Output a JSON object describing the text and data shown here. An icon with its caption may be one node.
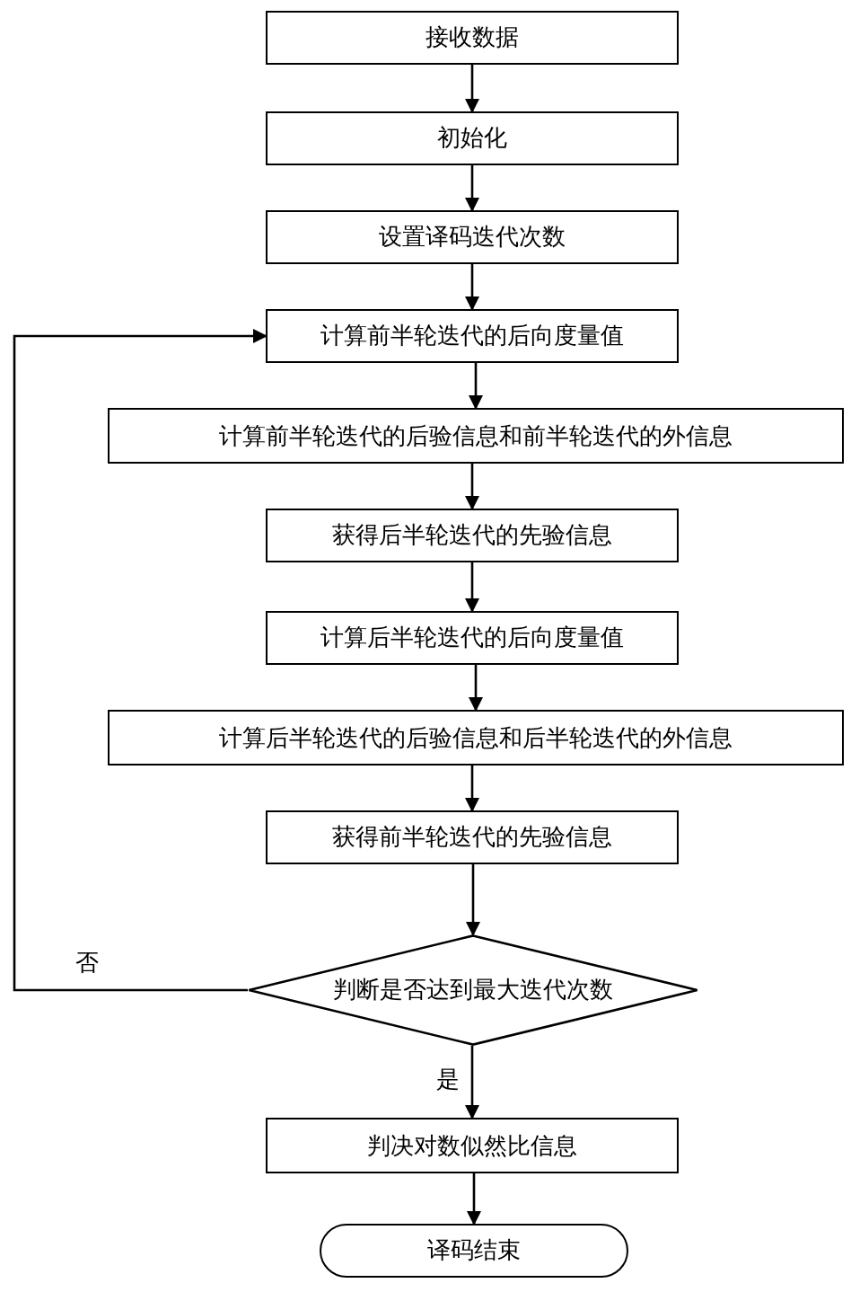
{
  "diagram": {
    "nodes": [
      {
        "text": [
          "接收数据"
        ]
      },
      {
        "text": [
          "初始化"
        ]
      },
      {
        "text": [
          "设置译码迭代次数"
        ]
      },
      {
        "text": [
          "计算前半轮迭代的后向度量值"
        ]
      },
      {
        "text": [
          "计算前半轮迭代的后验信息和前半轮迭代的外信息"
        ]
      },
      {
        "text": [
          "获得后半轮迭代的先验信息"
        ]
      },
      {
        "text": [
          "计算后半轮迭代的后向度量值"
        ]
      },
      {
        "text": [
          "计算后半轮迭代的后验信息和后半轮迭代的外信息"
        ]
      },
      {
        "text": [
          "获得前半轮迭代的先验信息"
        ]
      },
      {
        "text": [
          "判断是否达到最大迭代次数"
        ]
      },
      {
        "text": [
          "判决对数似然比信息"
        ]
      },
      {
        "text": [
          "译码结束"
        ]
      }
    ],
    "edges": [
      {
        "from": 0,
        "to": 1,
        "arrow": "to"
      },
      {
        "from": 1,
        "to": 2,
        "arrow": "to"
      },
      {
        "from": 2,
        "to": 3,
        "arrow": "to"
      },
      {
        "from": 3,
        "to": 4,
        "arrow": "to"
      },
      {
        "from": 4,
        "to": 5,
        "arrow": "to"
      },
      {
        "from": 5,
        "to": 6,
        "arrow": "to"
      },
      {
        "from": 6,
        "to": 7,
        "arrow": "to"
      },
      {
        "from": 7,
        "to": 8,
        "arrow": "to"
      },
      {
        "from": 8,
        "to": 9,
        "arrow": "to"
      },
      {
        "from": 9,
        "to": 10,
        "arrow": "to",
        "label": "是"
      },
      {
        "from": 10,
        "to": 11,
        "arrow": "to"
      },
      {
        "from": 9,
        "to": 3,
        "arrow": "to",
        "label": "否"
      }
    ]
  }
}
